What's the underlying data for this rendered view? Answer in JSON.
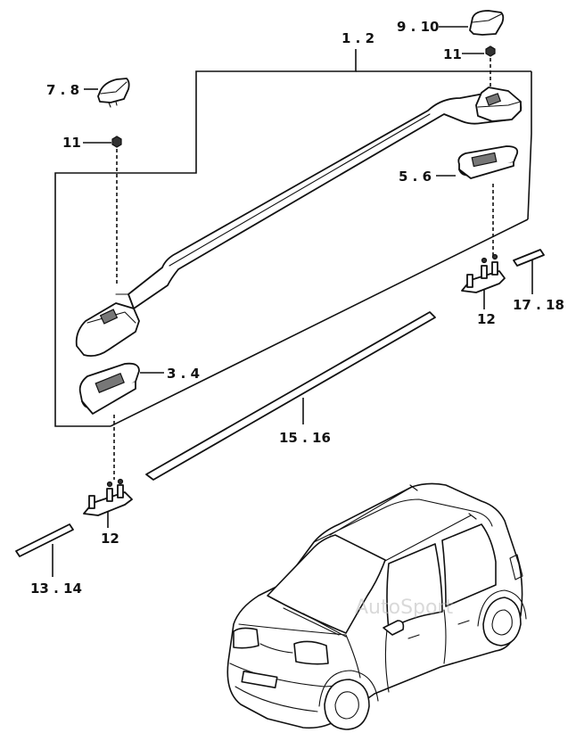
{
  "labels": {
    "l_1_2": "1 . 2",
    "l_9_10": "9 . 10",
    "l_11_top": "11",
    "l_7_8": "7 . 8",
    "l_11_left": "11",
    "l_5_6": "5 . 6",
    "l_3_4": "3 . 4",
    "l_12_right": "12",
    "l_17_18": "17 . 18",
    "l_15_16": "15 . 16",
    "l_12_left": "12",
    "l_13_14": "13 . 14"
  },
  "watermark": "AutoSport"
}
